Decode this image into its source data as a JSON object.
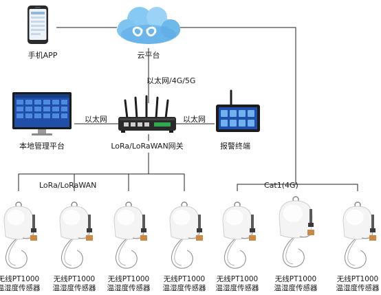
{
  "nodes": {
    "phone_app": "手机APP",
    "cloud": "云平台",
    "local_platform": "本地管理平台",
    "gateway": "LoRa/LoRaWAN网关",
    "alarm_terminal": "报警终端"
  },
  "links": {
    "cloud_gateway": "以太网/4G/5G",
    "local_gateway": "以太网",
    "gateway_alarm": "以太网",
    "lora_bus": "LoRa/LoRaWAN",
    "cat1_bus": "Cat1(4G)"
  },
  "sensor_label_line1": "无线PT1000",
  "sensor_label_line2": "温湿度传感器",
  "sensors": [
    {
      "bus": "lora"
    },
    {
      "bus": "lora"
    },
    {
      "bus": "lora"
    },
    {
      "bus": "lora"
    },
    {
      "bus": "cat1"
    },
    {
      "bus": "cat1"
    },
    {
      "bus": "cat1"
    }
  ],
  "colors": {
    "line": "#222222",
    "cloud_fill": "#7fc4f0",
    "cloud_dark": "#3a8fd6",
    "screen_blue": "#1f4fa8",
    "gateway_body": "#2a2a2a"
  }
}
